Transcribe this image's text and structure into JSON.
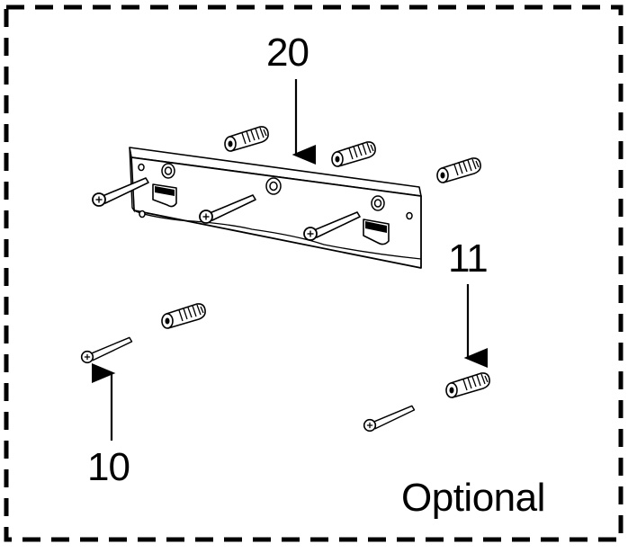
{
  "labels": {
    "bracket_part_number": "20",
    "anchor_part_number": "11",
    "screw_part_number": "10",
    "optional_note": "Optional"
  },
  "colors": {
    "line": "#000000",
    "background": "#ffffff",
    "shading": "#d8d8d8"
  },
  "icons": {
    "bracket": "wall-mounting-bracket",
    "screw": "screw",
    "anchor": "wall-anchor",
    "arrow": "callout-arrow"
  }
}
